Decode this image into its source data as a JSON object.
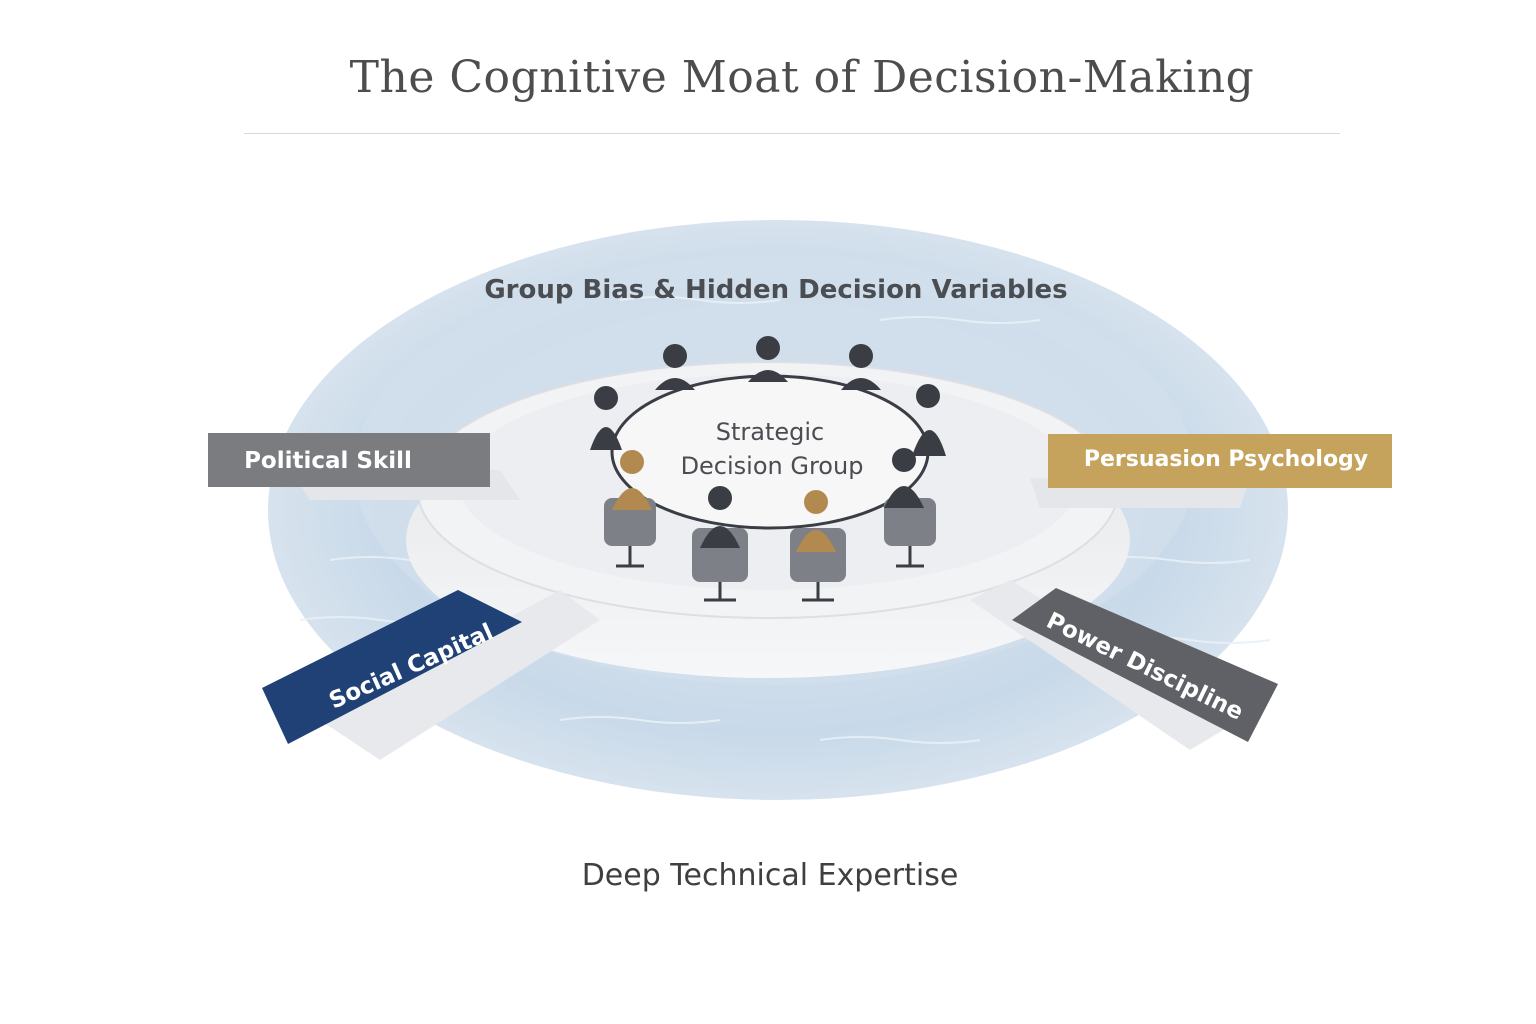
{
  "title": "The Cognitive Moat of Decision-Making",
  "outer_ring_label": "Group Bias & Hidden Decision Variables",
  "center_label": {
    "line1": "Strategic",
    "line2": "Decision Group"
  },
  "bridges": [
    {
      "label": "Political Skill",
      "color": "#7a7c80"
    },
    {
      "label": "Persuasion Psychology",
      "color": "#c6a35c"
    },
    {
      "label": "Social Capital",
      "color": "#1f4175"
    },
    {
      "label": "Power Discipline",
      "color": "#5f6166"
    }
  ],
  "footer_label": "Deep Technical Expertise",
  "colors": {
    "water": "#c9d9e8",
    "platform": "#eef0f2",
    "suit": "#3a3d44",
    "chair": "#7d8087",
    "accent_person": "#b28a4f"
  }
}
